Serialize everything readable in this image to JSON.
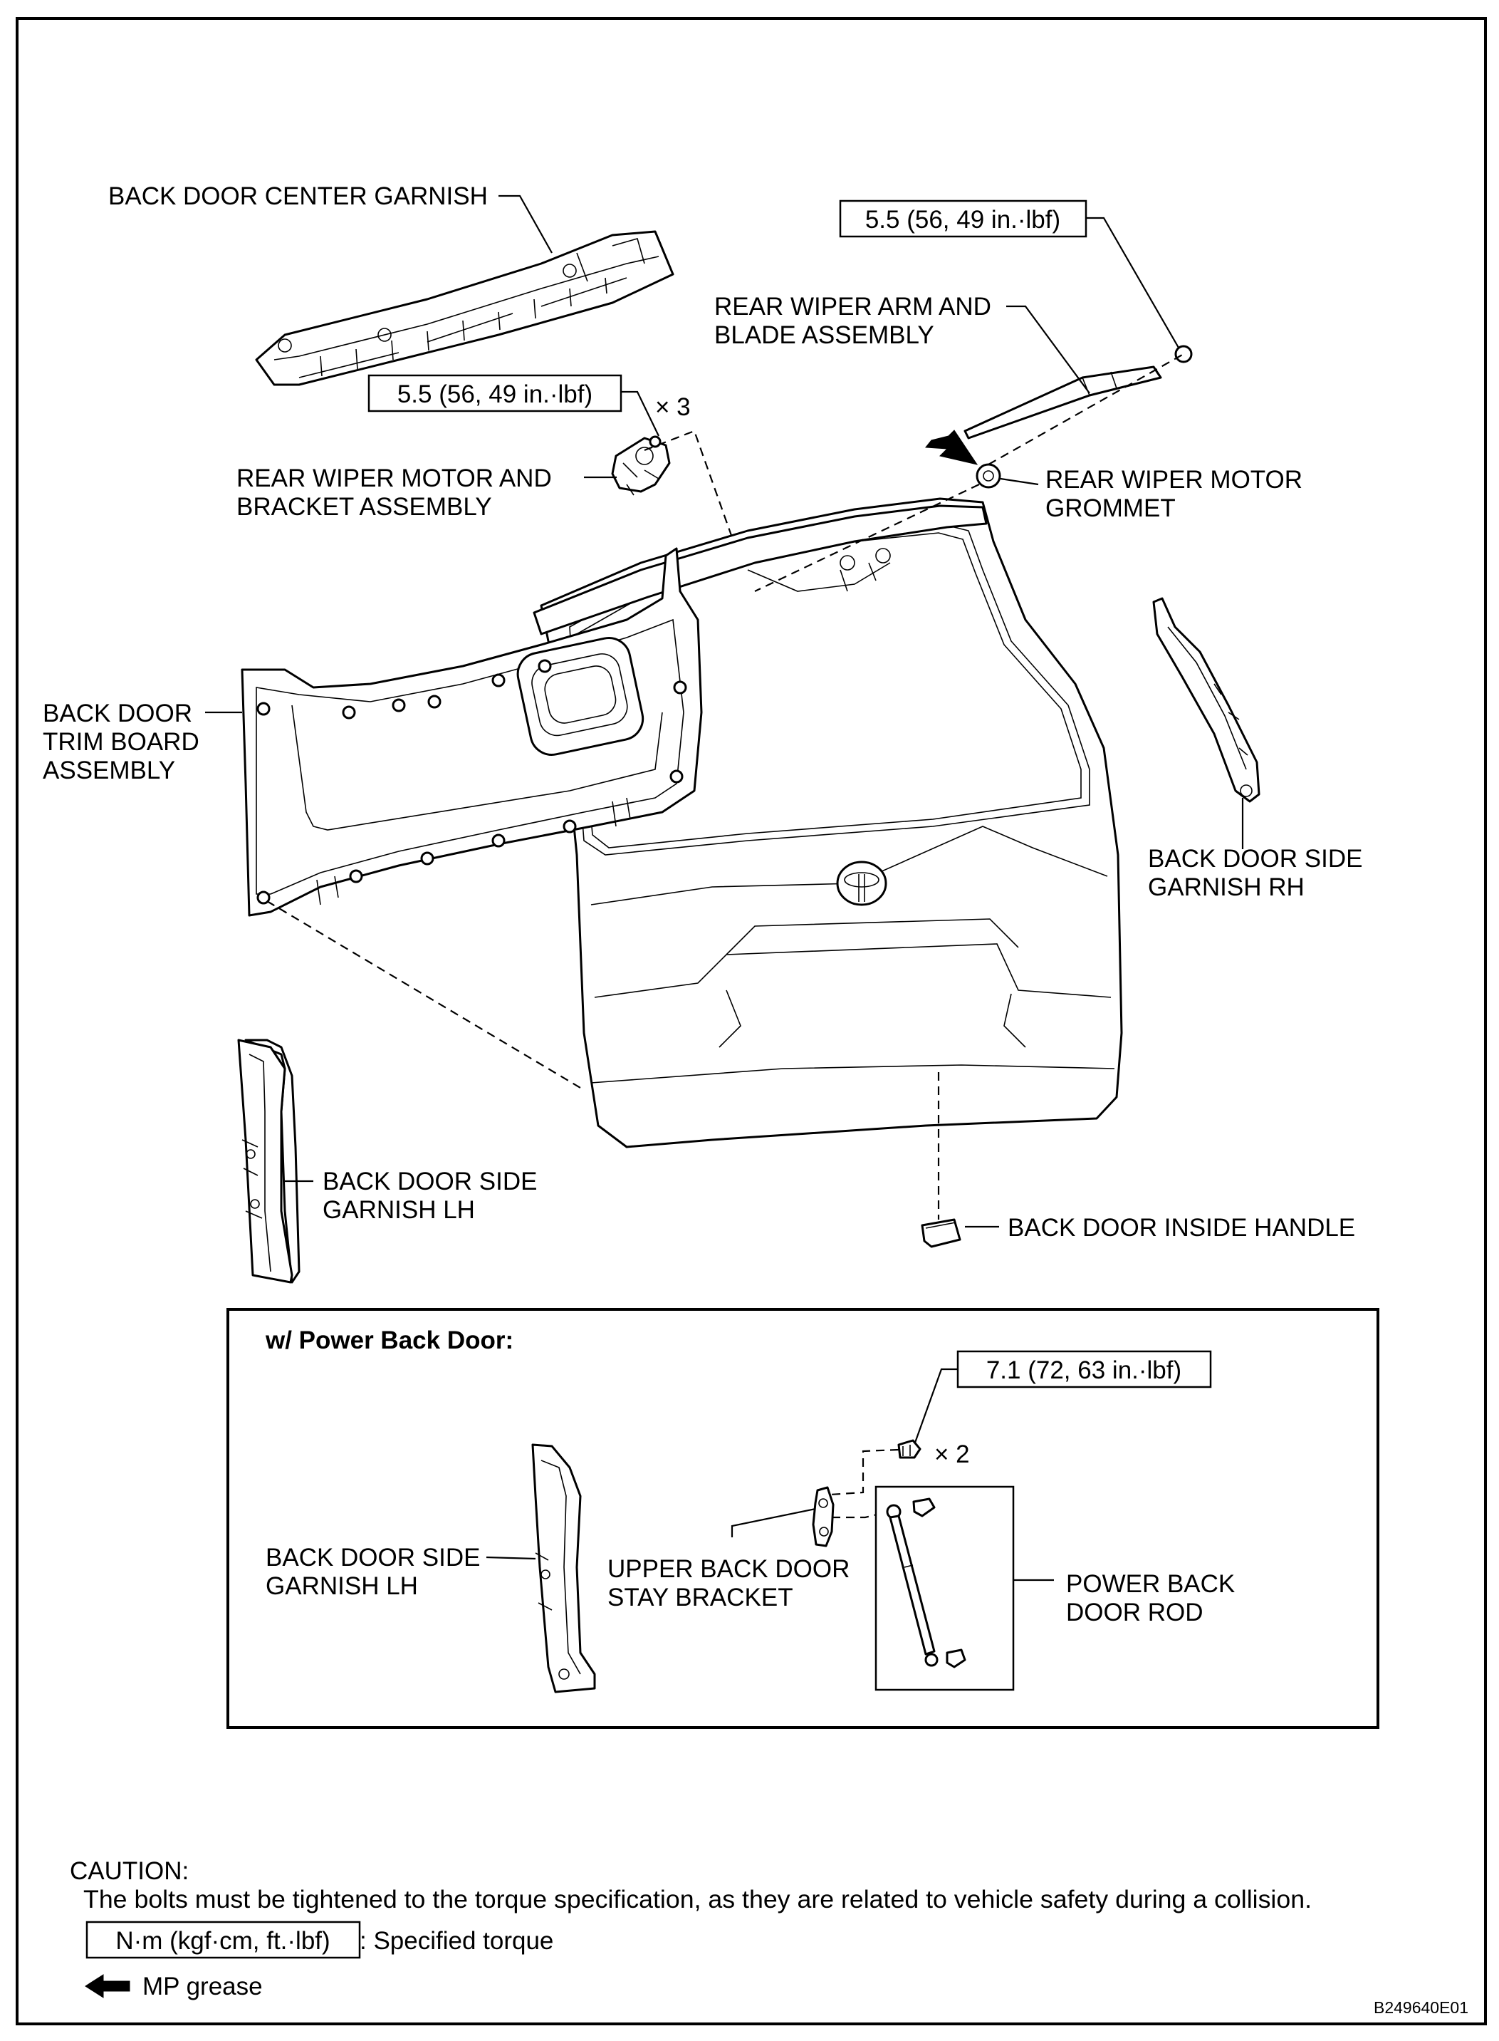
{
  "labels": {
    "center_garnish": "BACK DOOR CENTER GARNISH",
    "torque_wiper_arm": "5.5 (56, 49 in.·lbf)",
    "wiper_arm_line1": "REAR WIPER ARM AND",
    "wiper_arm_line2": "BLADE ASSEMBLY",
    "torque_wiper_motor": "5.5 (56, 49 in.·lbf)",
    "qty_x3": "× 3",
    "wiper_motor_line1": "REAR WIPER MOTOR AND",
    "wiper_motor_line2": "BRACKET ASSEMBLY",
    "grommet_line1": "REAR WIPER MOTOR",
    "grommet_line2": "GROMMET",
    "trim_board_line1": "BACK DOOR",
    "trim_board_line2": "TRIM BOARD",
    "trim_board_line3": "ASSEMBLY",
    "side_rh_line1": "BACK DOOR SIDE",
    "side_rh_line2": "GARNISH RH",
    "side_lh_line1": "BACK DOOR SIDE",
    "side_lh_line2": "GARNISH LH",
    "inside_handle": "BACK DOOR INSIDE HANDLE"
  },
  "power_door": {
    "title": "w/ Power Back Door:",
    "torque": "7.1 (72, 63 in.·lbf)",
    "qty_x2": "× 2",
    "side_lh_line1": "BACK DOOR SIDE",
    "side_lh_line2": "GARNISH LH",
    "bracket_line1": "UPPER BACK DOOR",
    "bracket_line2": "STAY BRACKET",
    "rod_line1": "POWER BACK",
    "rod_line2": "DOOR ROD"
  },
  "caution": {
    "title": "CAUTION:",
    "text": "The bolts must be tightened to the torque specification, as they are related to vehicle safety during a collision."
  },
  "legend": {
    "torque_unit": "N·m (kgf·cm, ft.·lbf)",
    "torque_desc": ": Specified torque",
    "grease_desc": "MP grease"
  },
  "figure_id": "B249640E01"
}
